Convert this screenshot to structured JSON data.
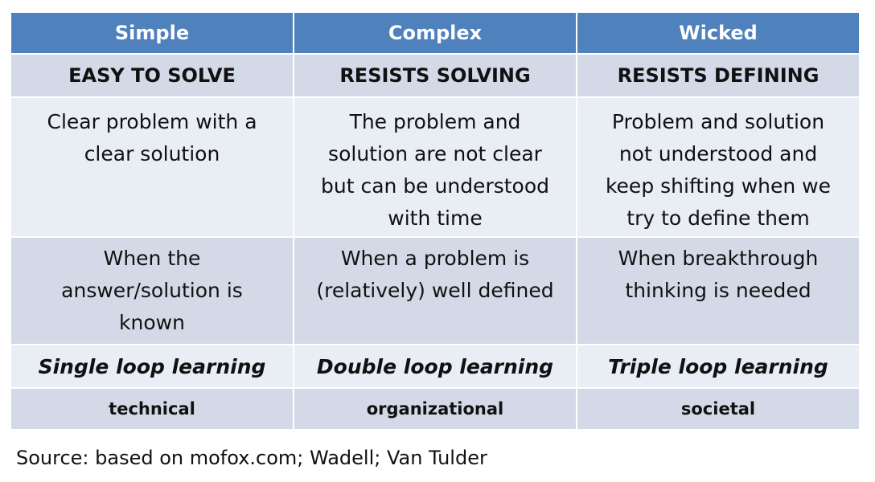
{
  "table": {
    "headers": [
      "Simple",
      "Complex",
      "Wicked"
    ],
    "subheaders": [
      "EASY TO SOLVE",
      "RESISTS SOLVING",
      "RESISTS DEFINING"
    ],
    "descriptions": [
      [
        "Clear problem with a",
        "clear solution"
      ],
      [
        "The problem and",
        "solution are not clear",
        "but can be understood",
        "with time"
      ],
      [
        "Problem and solution",
        "not understood and",
        "keep shifting when we",
        "try to define them"
      ]
    ],
    "when": [
      [
        "When the",
        "answer/solution is",
        "known"
      ],
      [
        "When a problem is",
        "(relatively) well defined"
      ],
      [
        "When breakthrough",
        "thinking is needed"
      ]
    ],
    "learning": [
      "Single loop learning",
      "Double loop learning",
      "Triple loop learning"
    ],
    "types": [
      "technical",
      "organizational",
      "societal"
    ]
  },
  "source": "Source: based on mofox.com; Wadell; Van Tulder",
  "colors": {
    "header_bg": "#4f81bd",
    "band_dark": "#d3d9e7",
    "band_light": "#e9edf4"
  }
}
